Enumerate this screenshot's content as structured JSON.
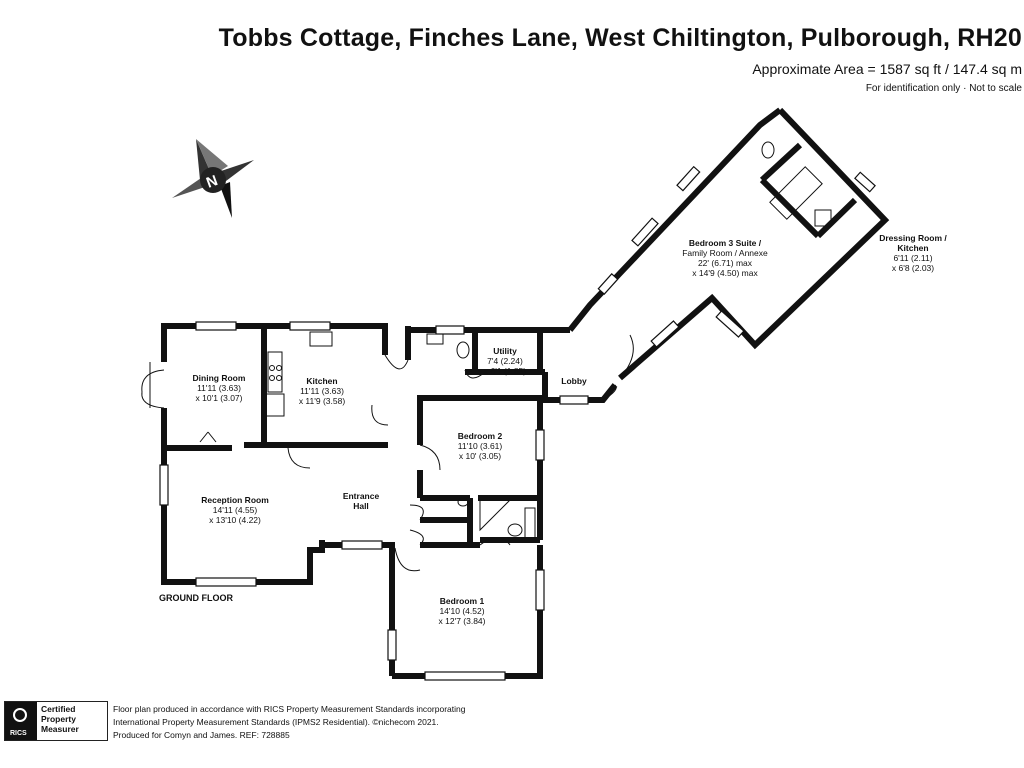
{
  "header": {
    "title": "Tobbs Cottage, Finches Lane, West Chiltington, Pulborough, RH20",
    "area": "Approximate Area = 1587 sq ft / 147.4 sq m",
    "note": "For identification only · Not to scale"
  },
  "compass": {
    "letter": "N"
  },
  "floor_label": "GROUND FLOOR",
  "rooms": {
    "dining": {
      "name": "Dining Room",
      "line1": "11'11 (3.63)",
      "line2": "x 10'1 (3.07)"
    },
    "kitchen": {
      "name": "Kitchen",
      "line1": "11'11 (3.63)",
      "line2": "x 11'9 (3.58)"
    },
    "utility": {
      "name": "Utility",
      "line1": "7'4 (2.24)",
      "line2": "x 6'1 (1.85)"
    },
    "lobby": {
      "name": "Lobby"
    },
    "reception": {
      "name": "Reception Room",
      "line1": "14'11 (4.55)",
      "line2": "x 13'10 (4.22)"
    },
    "entrance": {
      "name": "Entrance",
      "name2": "Hall"
    },
    "bedroom2": {
      "name": "Bedroom 2",
      "line1": "11'10 (3.61)",
      "line2": "x 10' (3.05)"
    },
    "bedroom1": {
      "name": "Bedroom 1",
      "line1": "14'10 (4.52)",
      "line2": "x 12'7 (3.84)"
    },
    "bedroom3": {
      "name": "Bedroom 3 Suite /",
      "name2": "Family Room / Annexe",
      "line1": "22' (6.71) max",
      "line2": "x 14'9 (4.50) max"
    },
    "dressing": {
      "name": "Dressing Room /",
      "name2": "Kitchen",
      "line1": "6'11 (2.11)",
      "line2": "x 6'8 (2.03)"
    }
  },
  "footer": {
    "badge_rics": "RICS",
    "badge_l1": "Certified",
    "badge_l2": "Property",
    "badge_l3": "Measurer",
    "text_l1": "Floor plan produced in accordance with RICS Property Measurement Standards incorporating",
    "text_l2": "International Property Measurement Standards (IPMS2 Residential). ©nichecom 2021.",
    "text_l3": "Produced for Comyn and James.   REF: 728885"
  }
}
